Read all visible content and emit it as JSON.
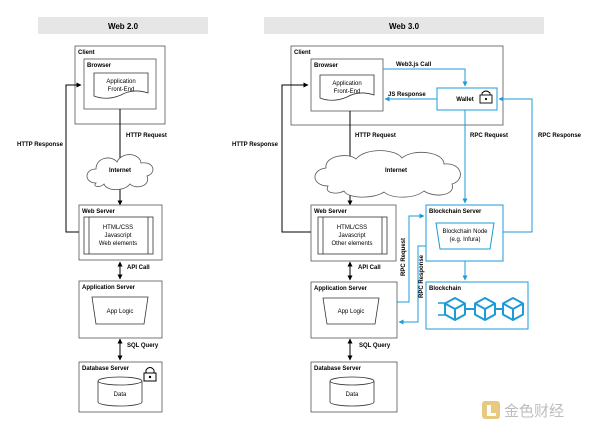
{
  "web2": {
    "title": "Web 2.0",
    "client": "Client",
    "browser": "Browser",
    "app_line1": "Application",
    "app_line2": "Front-End",
    "http_request": "HTTP Request",
    "http_response": "HTTP Response",
    "internet": "Internet",
    "web_server": "Web Server",
    "web_line1": "HTML/CSS",
    "web_line2": "Javascript",
    "web_line3": "Web elements",
    "api_call": "API Call",
    "app_server": "Application Server",
    "app_logic": "App Logic",
    "sql_query": "SQL Query",
    "db_server": "Database Server",
    "data": "Data"
  },
  "web3": {
    "title": "Web 3.0",
    "client": "Client",
    "browser": "Browser",
    "app_line1": "Application",
    "app_line2": "Front-End",
    "web3js_call": "Web3.js Call",
    "js_response": "JS Response",
    "wallet": "Wallet",
    "http_request": "HTTP Request",
    "http_response": "HTTP Response",
    "rpc_request": "RPC Request",
    "rpc_response": "RPC Response",
    "internet": "Internet",
    "web_server": "Web Server",
    "web_line1": "HTML/CSS",
    "web_line2": "Javascript",
    "web_line3": "Other elements",
    "blockchain_server": "Blockchain Server",
    "node_line1": "Blockchain Node",
    "node_line2": "(e.g. Infura)",
    "api_call": "API Call",
    "rpc_request_v": "RPC Request",
    "rpc_response_v": "RPC Response",
    "app_server": "Application Server",
    "app_logic": "App Logic",
    "blockchain": "Blockchain",
    "sql_query": "SQL Query",
    "db_server": "Database Server",
    "data": "Data"
  },
  "watermark": "金色财经",
  "colors": {
    "blue": "#1e9bd7",
    "black": "#000000",
    "header_bg": "#e6e6e6"
  }
}
